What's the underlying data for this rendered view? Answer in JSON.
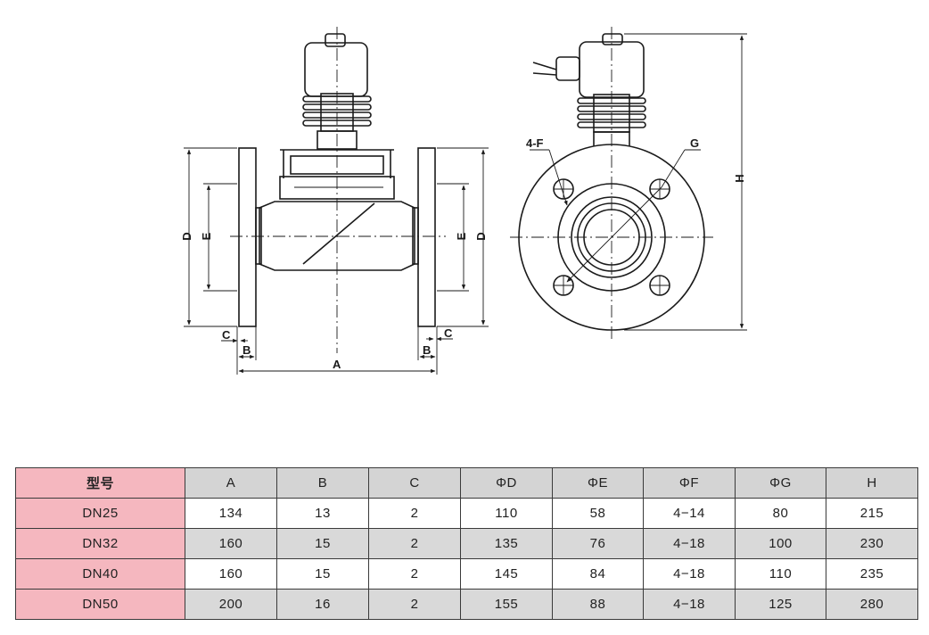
{
  "diagram": {
    "labels": {
      "A": "A",
      "B": "B",
      "C": "C",
      "D": "D",
      "E": "E",
      "F": "4-F",
      "G": "G",
      "H": "H"
    }
  },
  "table": {
    "headers": [
      "型号",
      "A",
      "B",
      "C",
      "ΦD",
      "ΦE",
      "ΦF",
      "ΦG",
      "H"
    ],
    "rows": [
      [
        "DN25",
        "134",
        "13",
        "2",
        "110",
        "58",
        "4−14",
        "80",
        "215"
      ],
      [
        "DN32",
        "160",
        "15",
        "2",
        "135",
        "76",
        "4−18",
        "100",
        "230"
      ],
      [
        "DN40",
        "160",
        "15",
        "2",
        "145",
        "84",
        "4−18",
        "110",
        "235"
      ],
      [
        "DN50",
        "200",
        "16",
        "2",
        "155",
        "88",
        "4−18",
        "125",
        "280"
      ]
    ]
  }
}
